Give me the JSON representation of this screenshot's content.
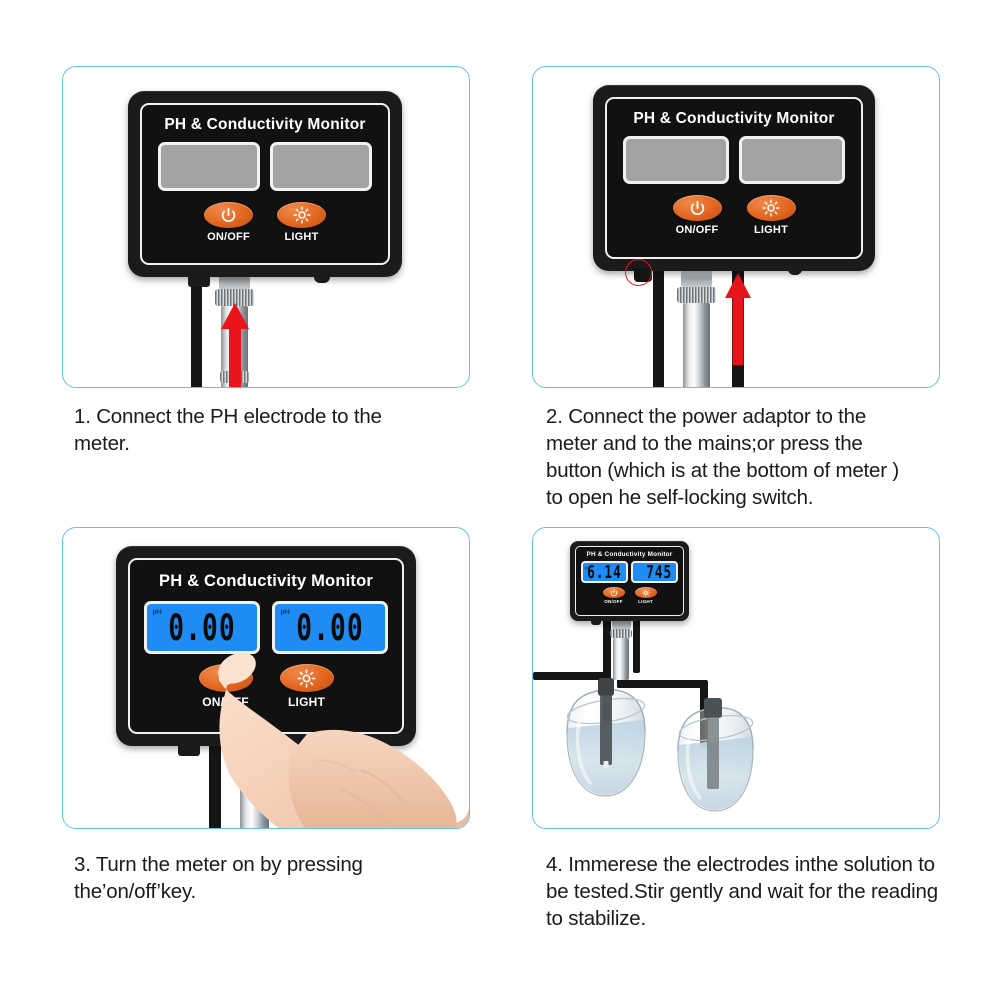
{
  "page": {
    "background": "#ffffff",
    "panel_border_color": "#62c3ed",
    "accent_orange": "#e2661f",
    "lcd_blue": "#1f8bf5",
    "lcd_off_gray": "#a3a3a3",
    "device_black": "#1b1b1b",
    "arrow_red": "#e8141b"
  },
  "steps": [
    {
      "number": "1",
      "caption": "1. Connect the PH electrode to the\nmeter.",
      "device": {
        "title": "PH & Conductivity Monitor",
        "display_left": {
          "tag": "",
          "value": "",
          "lit": false
        },
        "display_right": {
          "tag": "",
          "value": "",
          "lit": false
        },
        "buttons": [
          {
            "icon": "power-icon",
            "label": "ON/OFF"
          },
          {
            "icon": "light-bulb-icon",
            "label": "LIGHT"
          }
        ]
      },
      "annotation": {
        "type": "arrow-up",
        "color": "#e8141b",
        "target": "bnc-electrode-connector"
      }
    },
    {
      "number": "2",
      "caption": "2. Connect the power adaptor to the\nmeter and to the mains;or press the\nbutton (which is at the bottom of meter )\nto open he self-locking switch.",
      "device": {
        "title": "PH & Conductivity Monitor",
        "display_left": {
          "tag": "",
          "value": "",
          "lit": false
        },
        "display_right": {
          "tag": "",
          "value": "",
          "lit": false
        },
        "buttons": [
          {
            "icon": "power-icon",
            "label": "ON/OFF"
          },
          {
            "icon": "light-bulb-icon",
            "label": "LIGHT"
          }
        ]
      },
      "annotation": {
        "type": "arrow-up",
        "color": "#e8141b",
        "target": "power-adaptor-cable"
      },
      "highlight": {
        "type": "red-circle",
        "color": "#e01b1b",
        "target": "self-locking-switch-button"
      }
    },
    {
      "number": "3",
      "caption": "3. Turn the meter on by pressing\nthe’on/off’key.",
      "device": {
        "title": "PH & Conductivity Monitor",
        "display_left": {
          "tag": "pH",
          "value": "0.00",
          "lit": true
        },
        "display_right": {
          "tag": "pH",
          "value": "0.00",
          "lit": true
        },
        "buttons": [
          {
            "icon": "power-icon",
            "label": "ON/OFF"
          },
          {
            "icon": "light-bulb-icon",
            "label": "LIGHT"
          }
        ]
      },
      "annotation": {
        "type": "hand-pointing",
        "target": "on-off-button"
      }
    },
    {
      "number": "4",
      "caption": "4. Immerese the electrodes inthe solution to\nbe tested.Stir gently and wait for the reading\nto stabilize.",
      "device": {
        "title": "PH & Conductivity Monitor",
        "display_left": {
          "tag": "pH",
          "value": "6.14",
          "lit": true
        },
        "display_right": {
          "tag": "",
          "value": "745",
          "lit": true
        },
        "buttons": [
          {
            "icon": "power-icon",
            "label": "ON/OFF"
          },
          {
            "icon": "light-bulb-icon",
            "label": "LIGHT"
          }
        ]
      },
      "beakers": [
        {
          "name": "beaker-left",
          "probe": "conductivity-probe",
          "liquid": "water"
        },
        {
          "name": "beaker-right",
          "probe": "ph-probe",
          "liquid": "water"
        }
      ]
    }
  ]
}
